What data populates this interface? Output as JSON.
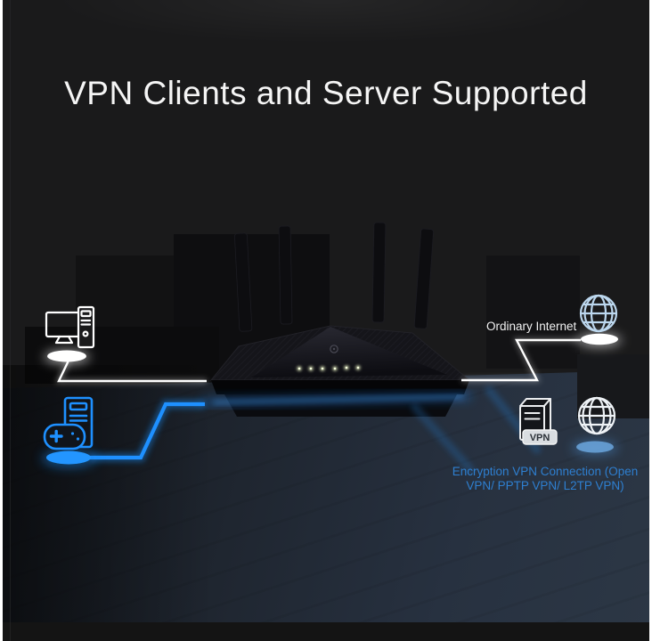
{
  "title": "VPN Clients and Server Supported",
  "labels": {
    "ordinary_internet": "Ordinary Internet",
    "encryption_line1": "Encryption VPN Connection (Open",
    "encryption_line2": "VPN/ PPTP VPN/ L2TP VPN)",
    "vpn_badge": "VPN"
  },
  "colors": {
    "background": "#1a1a1b",
    "floor_blue": "#2a3442",
    "accent_blue": "#1488f0",
    "caption_blue": "#2e7fd0",
    "line_white": "#ffffff",
    "led_green": "#e9f2c2",
    "globe_light_blue": "#bcd7ee",
    "globe_white": "#eef2f6"
  },
  "icons": {
    "desktop-computer-icon": "white outline monitor with pc tower",
    "gaming-pc-icon": "blue outline pc tower with gamepad",
    "globe-internet-icon": "wireframe globe",
    "vpn-server-icon": "server tower with VPN badge",
    "tplink-logo": "small circular brand mark on router",
    "led-indicator": "green status lights on router",
    "glow-ellipse": "spotlight pool under device icons"
  }
}
